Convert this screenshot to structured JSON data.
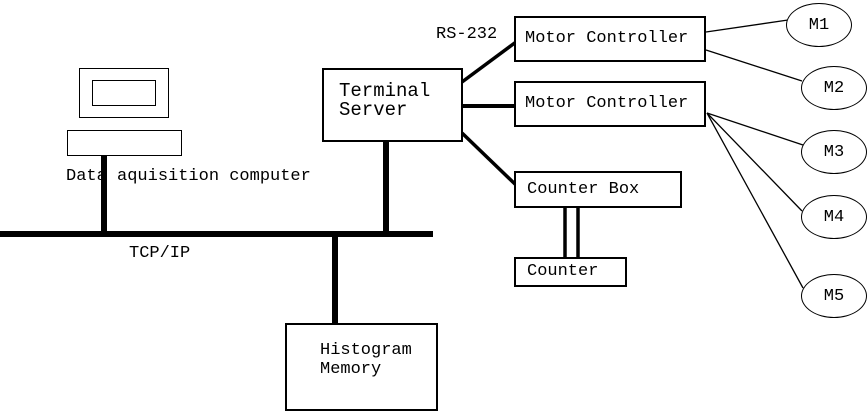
{
  "canvas": {
    "background": "#ffffff",
    "stroke_color": "#000000"
  },
  "nodes": {
    "computer": {
      "label": "Data aquisition computer"
    },
    "terminal_server": {
      "line1": "Terminal",
      "line2": "Server"
    },
    "motor_controller_top": {
      "label": "Motor Controller"
    },
    "motor_controller_bottom": {
      "label": "Motor Controller"
    },
    "counter_box": {
      "label": "Counter Box"
    },
    "counter": {
      "label": "Counter"
    },
    "histogram_memory": {
      "line1": "Histogram",
      "line2": "Memory"
    },
    "motors": [
      {
        "label": "M1"
      },
      {
        "label": "M2"
      },
      {
        "label": "M3"
      },
      {
        "label": "M4"
      },
      {
        "label": "M5"
      }
    ]
  },
  "labels": {
    "network": "TCP/IP",
    "serial": "RS-232"
  }
}
